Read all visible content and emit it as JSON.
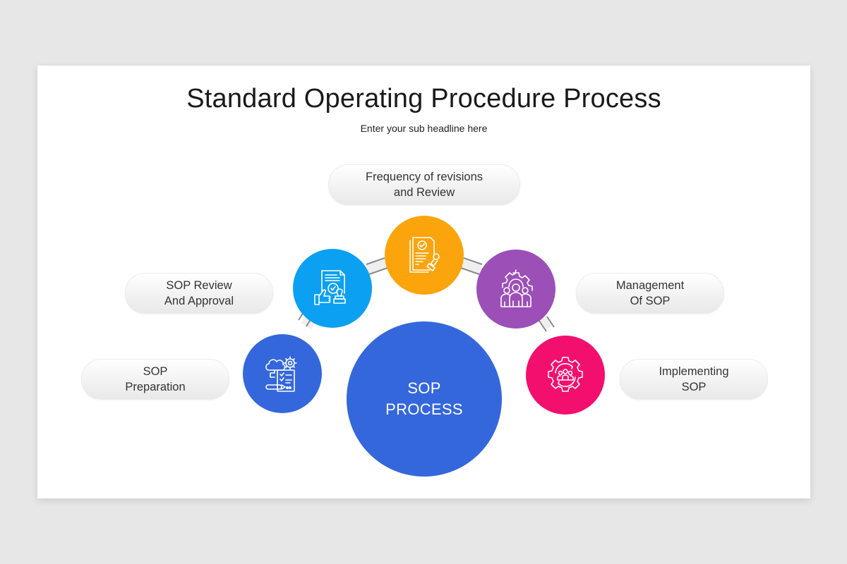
{
  "header": {
    "title": "Standard Operating Procedure Process",
    "subtitle": "Enter your sub headline here"
  },
  "center": {
    "label": "SOP\nPROCESS",
    "color": "#3567dc"
  },
  "steps": [
    {
      "label": "SOP\nPreparation",
      "icon": "document-gear-pencil-icon",
      "color": "#3567dc"
    },
    {
      "label": "SOP Review\nAnd Approval",
      "icon": "document-approval-stamp-icon",
      "color": "#0ba0f1"
    },
    {
      "label": "Frequency of revisions\nand Review",
      "icon": "document-check-stamp-icon",
      "color": "#fba40c"
    },
    {
      "label": "Management\nOf SOP",
      "icon": "team-gear-icon",
      "color": "#9b4fb7"
    },
    {
      "label": "Implementing\nSOP",
      "icon": "team-cycle-gear-icon",
      "color": "#f30f6d"
    }
  ],
  "colors": {
    "background": "#e8e7e8",
    "slide": "#ffffff",
    "connector": "#8a8a8a"
  }
}
